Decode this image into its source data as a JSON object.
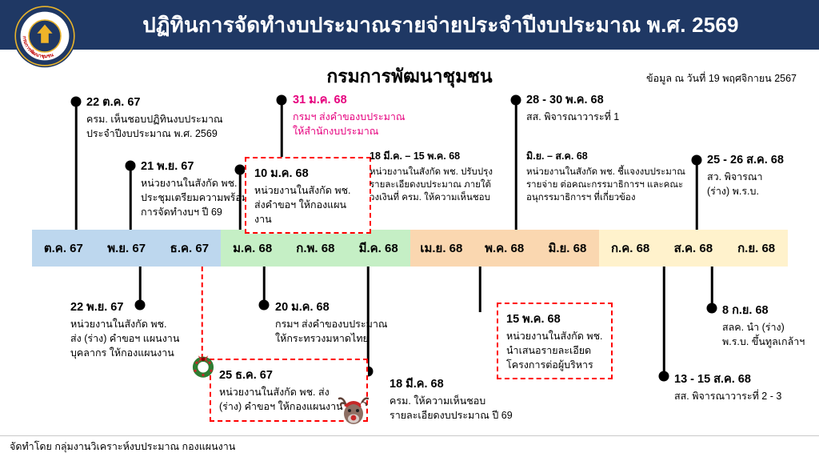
{
  "colors": {
    "header_bg": "#1F3864",
    "quarter_oct_dec": "#BDD7EE",
    "quarter_jan_mar": "#C5EFC5",
    "quarter_apr_jun": "#FAD7B0",
    "quarter_jul_sep": "#FFF2CC",
    "highlight_pink": "#E6007E",
    "highlight_red_dashed": "#FF0000"
  },
  "header": {
    "title": "ปฏิทินการจัดทำงบประมาณรายจ่ายประจำปีงบประมาณ พ.ศ. 2569",
    "logo_text": "กรมการพัฒนาชุมชน"
  },
  "subtitle": "กรมการพัฒนาชุมชน",
  "data_as_of": "ข้อมูล ณ วันที่ 19 พฤศจิกายน 2567",
  "footer": "จัดทำโดย กลุ่มงานวิเคราะห์งบประมาณ กองแผนงาน",
  "timeline": {
    "months": [
      {
        "label": "ต.ค. 67"
      },
      {
        "label": "พ.ย. 67"
      },
      {
        "label": "ธ.ค. 67"
      },
      {
        "label": "ม.ค. 68"
      },
      {
        "label": "ก.พ. 68"
      },
      {
        "label": "มี.ค. 68"
      },
      {
        "label": "เม.ย. 68"
      },
      {
        "label": "พ.ค. 68"
      },
      {
        "label": "มิ.ย. 68"
      },
      {
        "label": "ก.ค. 68"
      },
      {
        "label": "ส.ค. 68"
      },
      {
        "label": "ก.ย. 68"
      }
    ]
  },
  "events_above": [
    {
      "date": "22 ต.ค. 67",
      "text": "ครม. เห็นชอบปฏิทินงบประมาณ\nประจำปีงบประมาณ พ.ศ. 2569"
    },
    {
      "date": "21 พ.ย. 67",
      "text": "หน่วยงานในสังกัด พช.\nประชุมเตรียมความพร้อม\nการจัดทำงบฯ ปี 69"
    },
    {
      "date": "10 ม.ค. 68",
      "text": "หน่วยงานในสังกัด พช.\nส่งคำขอฯ ให้กองแผนงาน"
    },
    {
      "date": "31 ม.ค. 68",
      "text": "กรมฯ ส่งคำของบประมาณ\nให้สำนักงบประมาณ"
    },
    {
      "date": "18 มี.ค. – 15 พ.ค. 68",
      "text": "หน่วยงานในสังกัด พช. ปรับปรุง\nรายละเอียดงบประมาณ ภายใต้\nวงเงินที่ ครม. ให้ความเห็นชอบ"
    },
    {
      "date": "28 - 30 พ.ค. 68",
      "text": "สส. พิจารณาวาระที่ 1"
    },
    {
      "date": "มิ.ย. – ส.ค. 68",
      "text": "หน่วยงานในสังกัด พช. ชี้แจงงบประมาณ\nรายจ่าย ต่อคณะกรรมาธิการฯ และคณะ\nอนุกรรมาธิการฯ ที่เกี่ยวข้อง"
    },
    {
      "date": "25 - 26 ส.ค. 68",
      "text": "สว. พิจารณา\n(ร่าง) พ.ร.บ."
    }
  ],
  "events_below": [
    {
      "date": "22 พ.ย. 67",
      "text": "หน่วยงานในสังกัด พช.\nส่ง (ร่าง) คำขอฯ แผนงาน\nบุคลากร ให้กองแผนงาน"
    },
    {
      "date": "25 ธ.ค. 67",
      "text": "หน่วยงานในสังกัด พช. ส่ง\n(ร่าง) คำขอฯ ให้กองแผนงาน"
    },
    {
      "date": "20 ม.ค. 68",
      "text": "กรมฯ ส่งคำของบประมาณ\nให้กระทรวงมหาดไทย"
    },
    {
      "date": "18 มี.ค. 68",
      "text": "ครม. ให้ความเห็นชอบ\nรายละเอียดงบประมาณ ปี 69"
    },
    {
      "date": "15 พ.ค. 68",
      "text": "หน่วยงานในสังกัด พช.\nนำเสนอรายละเอียด\nโครงการต่อผู้บริหาร"
    },
    {
      "date": "8 ก.ย. 68",
      "text": "สลค. นำ (ร่าง)\nพ.ร.บ. ขึ้นทูลเกล้าฯ"
    },
    {
      "date": "13 - 15 ส.ค. 68",
      "text": "สส. พิจารณาวาระที่ 2 - 3"
    }
  ],
  "decorations": {
    "wreath": "christmas-wreath",
    "reindeer": "christmas-reindeer"
  }
}
